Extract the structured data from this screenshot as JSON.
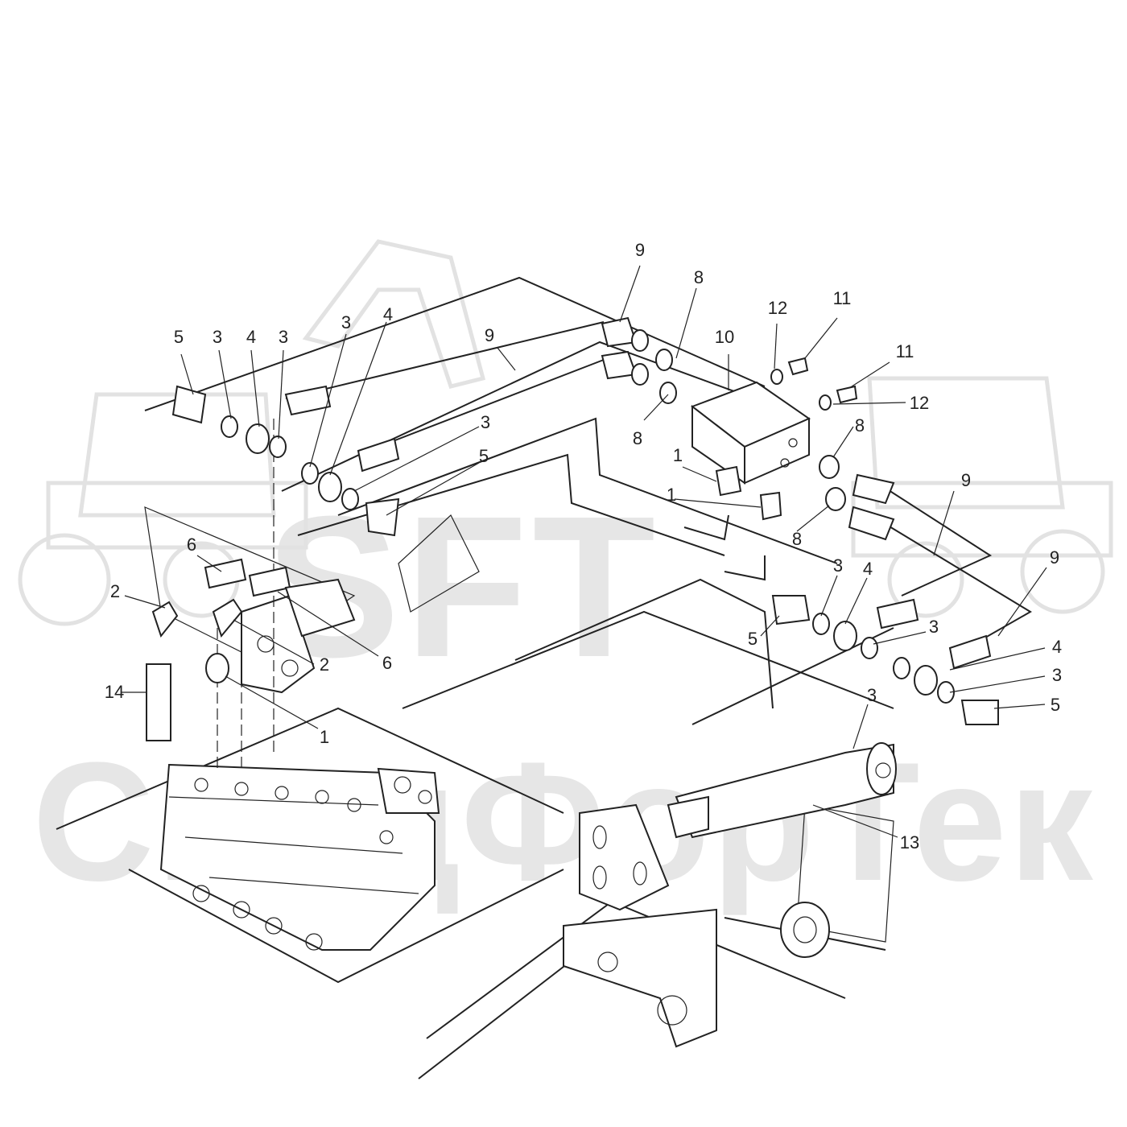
{
  "watermark": {
    "brand": "SFT",
    "name": "СпецФорТек"
  },
  "callouts": [
    {
      "id": "c-9a",
      "label": "9"
    },
    {
      "id": "c-8a",
      "label": "8"
    },
    {
      "id": "c-12a",
      "label": "12"
    },
    {
      "id": "c-11a",
      "label": "11"
    },
    {
      "id": "c-10",
      "label": "10"
    },
    {
      "id": "c-11b",
      "label": "11"
    },
    {
      "id": "c-12b",
      "label": "12"
    },
    {
      "id": "c-5a",
      "label": "5"
    },
    {
      "id": "c-3a",
      "label": "3"
    },
    {
      "id": "c-4a",
      "label": "4"
    },
    {
      "id": "c-3b",
      "label": "3"
    },
    {
      "id": "c-3c",
      "label": "3"
    },
    {
      "id": "c-4b",
      "label": "4"
    },
    {
      "id": "c-9b",
      "label": "9"
    },
    {
      "id": "c-3d",
      "label": "3"
    },
    {
      "id": "c-5b",
      "label": "5"
    },
    {
      "id": "c-8b",
      "label": "8"
    },
    {
      "id": "c-8c",
      "label": "8"
    },
    {
      "id": "c-1a",
      "label": "1"
    },
    {
      "id": "c-1b",
      "label": "1"
    },
    {
      "id": "c-9c",
      "label": "9"
    },
    {
      "id": "c-8d",
      "label": "8"
    },
    {
      "id": "c-6a",
      "label": "6"
    },
    {
      "id": "c-2a",
      "label": "2"
    },
    {
      "id": "c-3e",
      "label": "3"
    },
    {
      "id": "c-4c",
      "label": "4"
    },
    {
      "id": "c-9d",
      "label": "9"
    },
    {
      "id": "c-5c",
      "label": "5"
    },
    {
      "id": "c-3f",
      "label": "3"
    },
    {
      "id": "c-2b",
      "label": "2"
    },
    {
      "id": "c-6b",
      "label": "6"
    },
    {
      "id": "c-4d",
      "label": "4"
    },
    {
      "id": "c-3g",
      "label": "3"
    },
    {
      "id": "c-14",
      "label": "14"
    },
    {
      "id": "c-5d",
      "label": "5"
    },
    {
      "id": "c-1c",
      "label": "1"
    },
    {
      "id": "c-3h",
      "label": "3"
    },
    {
      "id": "c-13",
      "label": "13"
    }
  ]
}
